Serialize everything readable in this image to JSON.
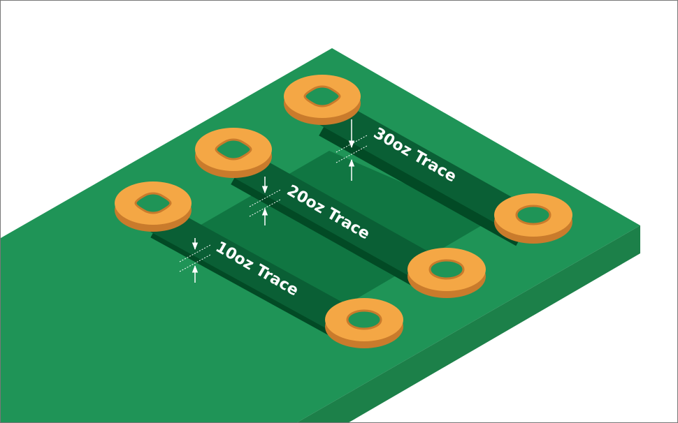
{
  "diagram": {
    "traces": [
      {
        "label": "10oz Trace"
      },
      {
        "label": "20oz Trace"
      },
      {
        "label": "30oz Trace"
      }
    ],
    "colors": {
      "board_top": "#1f9457",
      "board_side": "#1c8049",
      "recess": "#0e7240",
      "trace_top": "#0a5f35",
      "trace_side": "#024a25",
      "pad": "#f4a745",
      "pad_side": "#c97b2c",
      "arrow": "#ffffff"
    }
  }
}
